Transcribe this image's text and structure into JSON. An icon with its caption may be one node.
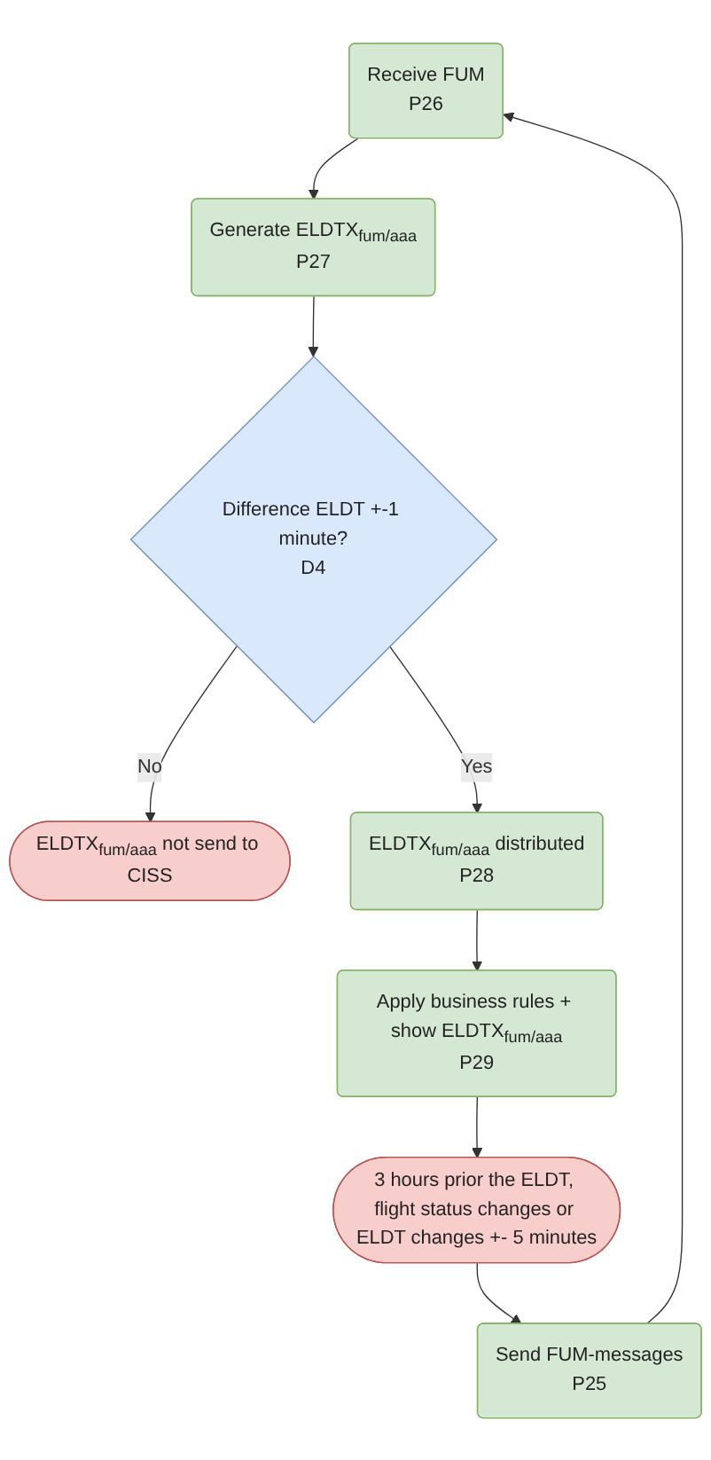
{
  "diagram": {
    "nodes": [
      {
        "text": [
          "Receive FUM",
          "P26"
        ]
      },
      {
        "text": [
          "Generate ELDTX$_{fum/aaa}$",
          "P27"
        ]
      },
      {
        "text": [
          "Difference ELDT +-1 minute?",
          "D4"
        ]
      },
      {
        "text": [
          "ELDTX$_{fum/aaa}$ not send to CISS"
        ]
      },
      {
        "text": [
          "ELDTX$_{fum/aaa}$ distributed",
          "P28"
        ]
      },
      {
        "text": [
          "Apply business rules + show ELDTX$_{fum/aaa}$",
          "P29"
        ]
      },
      {
        "text": [
          "Send FUM-messages",
          "P25"
        ]
      },
      {
        "text": [
          "3 hours prior the ELDT, flight status changes or ELDT changes +- 5 minutes"
        ]
      }
    ],
    "edges": [
      {
        "from": 0,
        "to": 1,
        "arrow": "to"
      },
      {
        "from": 1,
        "to": 2,
        "arrow": "to"
      },
      {
        "from": 2,
        "to": 3,
        "label": "No",
        "arrow": "to"
      },
      {
        "from": 2,
        "to": 4,
        "label": "Yes",
        "arrow": "to"
      },
      {
        "from": 4,
        "to": 5,
        "arrow": "to"
      },
      {
        "from": 5,
        "to": 7,
        "arrow": "to"
      },
      {
        "from": 7,
        "to": 6,
        "arrow": "to"
      },
      {
        "from": 6,
        "to": 0,
        "arrow": "to"
      }
    ]
  }
}
